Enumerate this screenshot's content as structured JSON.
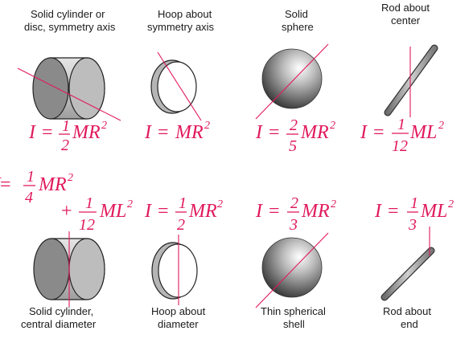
{
  "labels": {
    "solid_cylinder_sym": [
      "Solid cylinder or",
      "disc, symmetry axis"
    ],
    "hoop_sym": [
      "Hoop about",
      "symmetry axis"
    ],
    "solid_sphere": [
      "Solid",
      "sphere"
    ],
    "rod_center": [
      "Rod about",
      "center"
    ],
    "solid_cylinder_central": [
      "Solid cylinder,",
      "central diameter"
    ],
    "hoop_diameter": [
      "Hoop about",
      "diameter"
    ],
    "thin_shell": [
      "Thin spherical",
      "shell"
    ],
    "rod_end": [
      "Rod about",
      "end"
    ]
  },
  "formulas": {
    "solid_cylinder_sym": {
      "lhs": "I",
      "eq": "=",
      "num": "1",
      "den": "2",
      "tail": "MR",
      "exp": "2"
    },
    "hoop_sym": {
      "lhs": "I",
      "eq": "=",
      "tail": "MR",
      "exp": "2"
    },
    "solid_sphere": {
      "lhs": "I",
      "eq": "=",
      "num": "2",
      "den": "5",
      "tail": "MR",
      "exp": "2"
    },
    "rod_center": {
      "lhs": "I",
      "eq": "=",
      "num": "1",
      "den": "12",
      "tail": "ML",
      "exp": "2"
    },
    "solid_cylinder_central": {
      "lhs": "I",
      "eq": "=",
      "num": "1",
      "den": "4",
      "tail": "MR",
      "exp": "2",
      "plus": "+",
      "num2": "1",
      "den2": "12",
      "tail2": "ML",
      "exp2": "2"
    },
    "hoop_diameter": {
      "lhs": "I",
      "eq": "=",
      "num": "1",
      "den": "2",
      "tail": "MR",
      "exp": "2"
    },
    "thin_shell": {
      "lhs": "I",
      "eq": "=",
      "num": "2",
      "den": "3",
      "tail": "MR",
      "exp": "2"
    },
    "rod_end": {
      "lhs": "I",
      "eq": "=",
      "num": "1",
      "den": "3",
      "tail": "ML",
      "exp": "2"
    }
  },
  "colors": {
    "formula": "#e0195b",
    "axis": "#e0195b",
    "text": "#1a1a1a"
  }
}
